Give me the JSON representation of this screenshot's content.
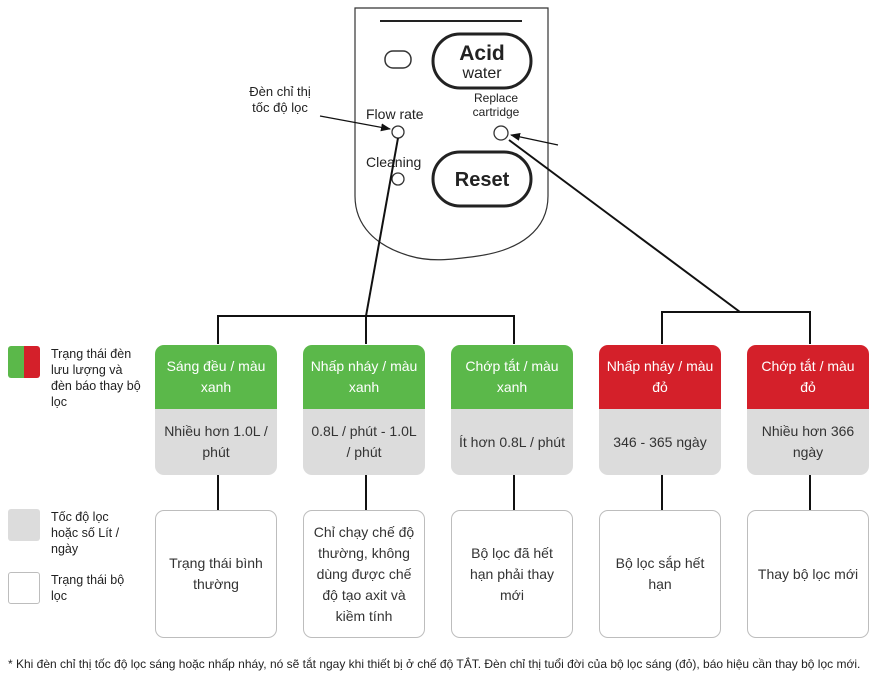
{
  "device": {
    "acid_button": {
      "line1": "Acid",
      "line2": "water"
    },
    "reset_label": "Reset",
    "flow_rate_label": "Flow rate",
    "cleaning_label": "Cleaning",
    "replace_label": {
      "line1": "Replace",
      "line2": "cartridge"
    },
    "callout": {
      "line1": "Đèn chỉ thị",
      "line2": "tốc độ lọc"
    }
  },
  "legend": [
    {
      "kind": "red-green",
      "text": "Trạng thái đèn lưu lượng và đèn báo thay bộ lọc"
    },
    {
      "kind": "gray",
      "text": "Tốc độ lọc hoặc số Lít / ngày"
    },
    {
      "kind": "white",
      "text": "Trạng thái bộ lọc"
    }
  ],
  "columns": [
    {
      "state": "Sáng đều / màu xanh",
      "value": "Nhiều hơn 1.0L / phút",
      "status": "Trạng thái bình thường",
      "color": "green"
    },
    {
      "state": "Nhấp nháy / màu xanh",
      "value": "0.8L / phút - 1.0L / phút",
      "status": "Chỉ chạy chế độ thường, không dùng được chế độ tạo axit và kiềm tính",
      "color": "green"
    },
    {
      "state": "Chớp tắt / màu xanh",
      "value": "Ít hơn 0.8L / phút",
      "status": "Bộ lọc đã hết hạn phải thay mới",
      "color": "green"
    },
    {
      "state": "Nhấp nháy / màu đỏ",
      "value": "346 - 365 ngày",
      "status": "Bộ lọc sắp hết hạn",
      "color": "red"
    },
    {
      "state": "Chớp tắt / màu đỏ",
      "value": "Nhiều hơn 366 ngày",
      "status": "Thay bộ lọc mới",
      "color": "red"
    }
  ],
  "colors": {
    "green": "#5bb84a",
    "red": "#d4202a",
    "gray": "#dcdcdc",
    "line": "#111111"
  },
  "footnote": "* Khi đèn chỉ thị tốc độ lọc sáng hoặc nhấp nháy, nó sẽ tắt ngay khi thiết bị ở chế độ TẮT. Đèn chỉ thị tuổi đời của bộ lọc sáng (đỏ), báo hiệu cần thay bộ lọc mới."
}
